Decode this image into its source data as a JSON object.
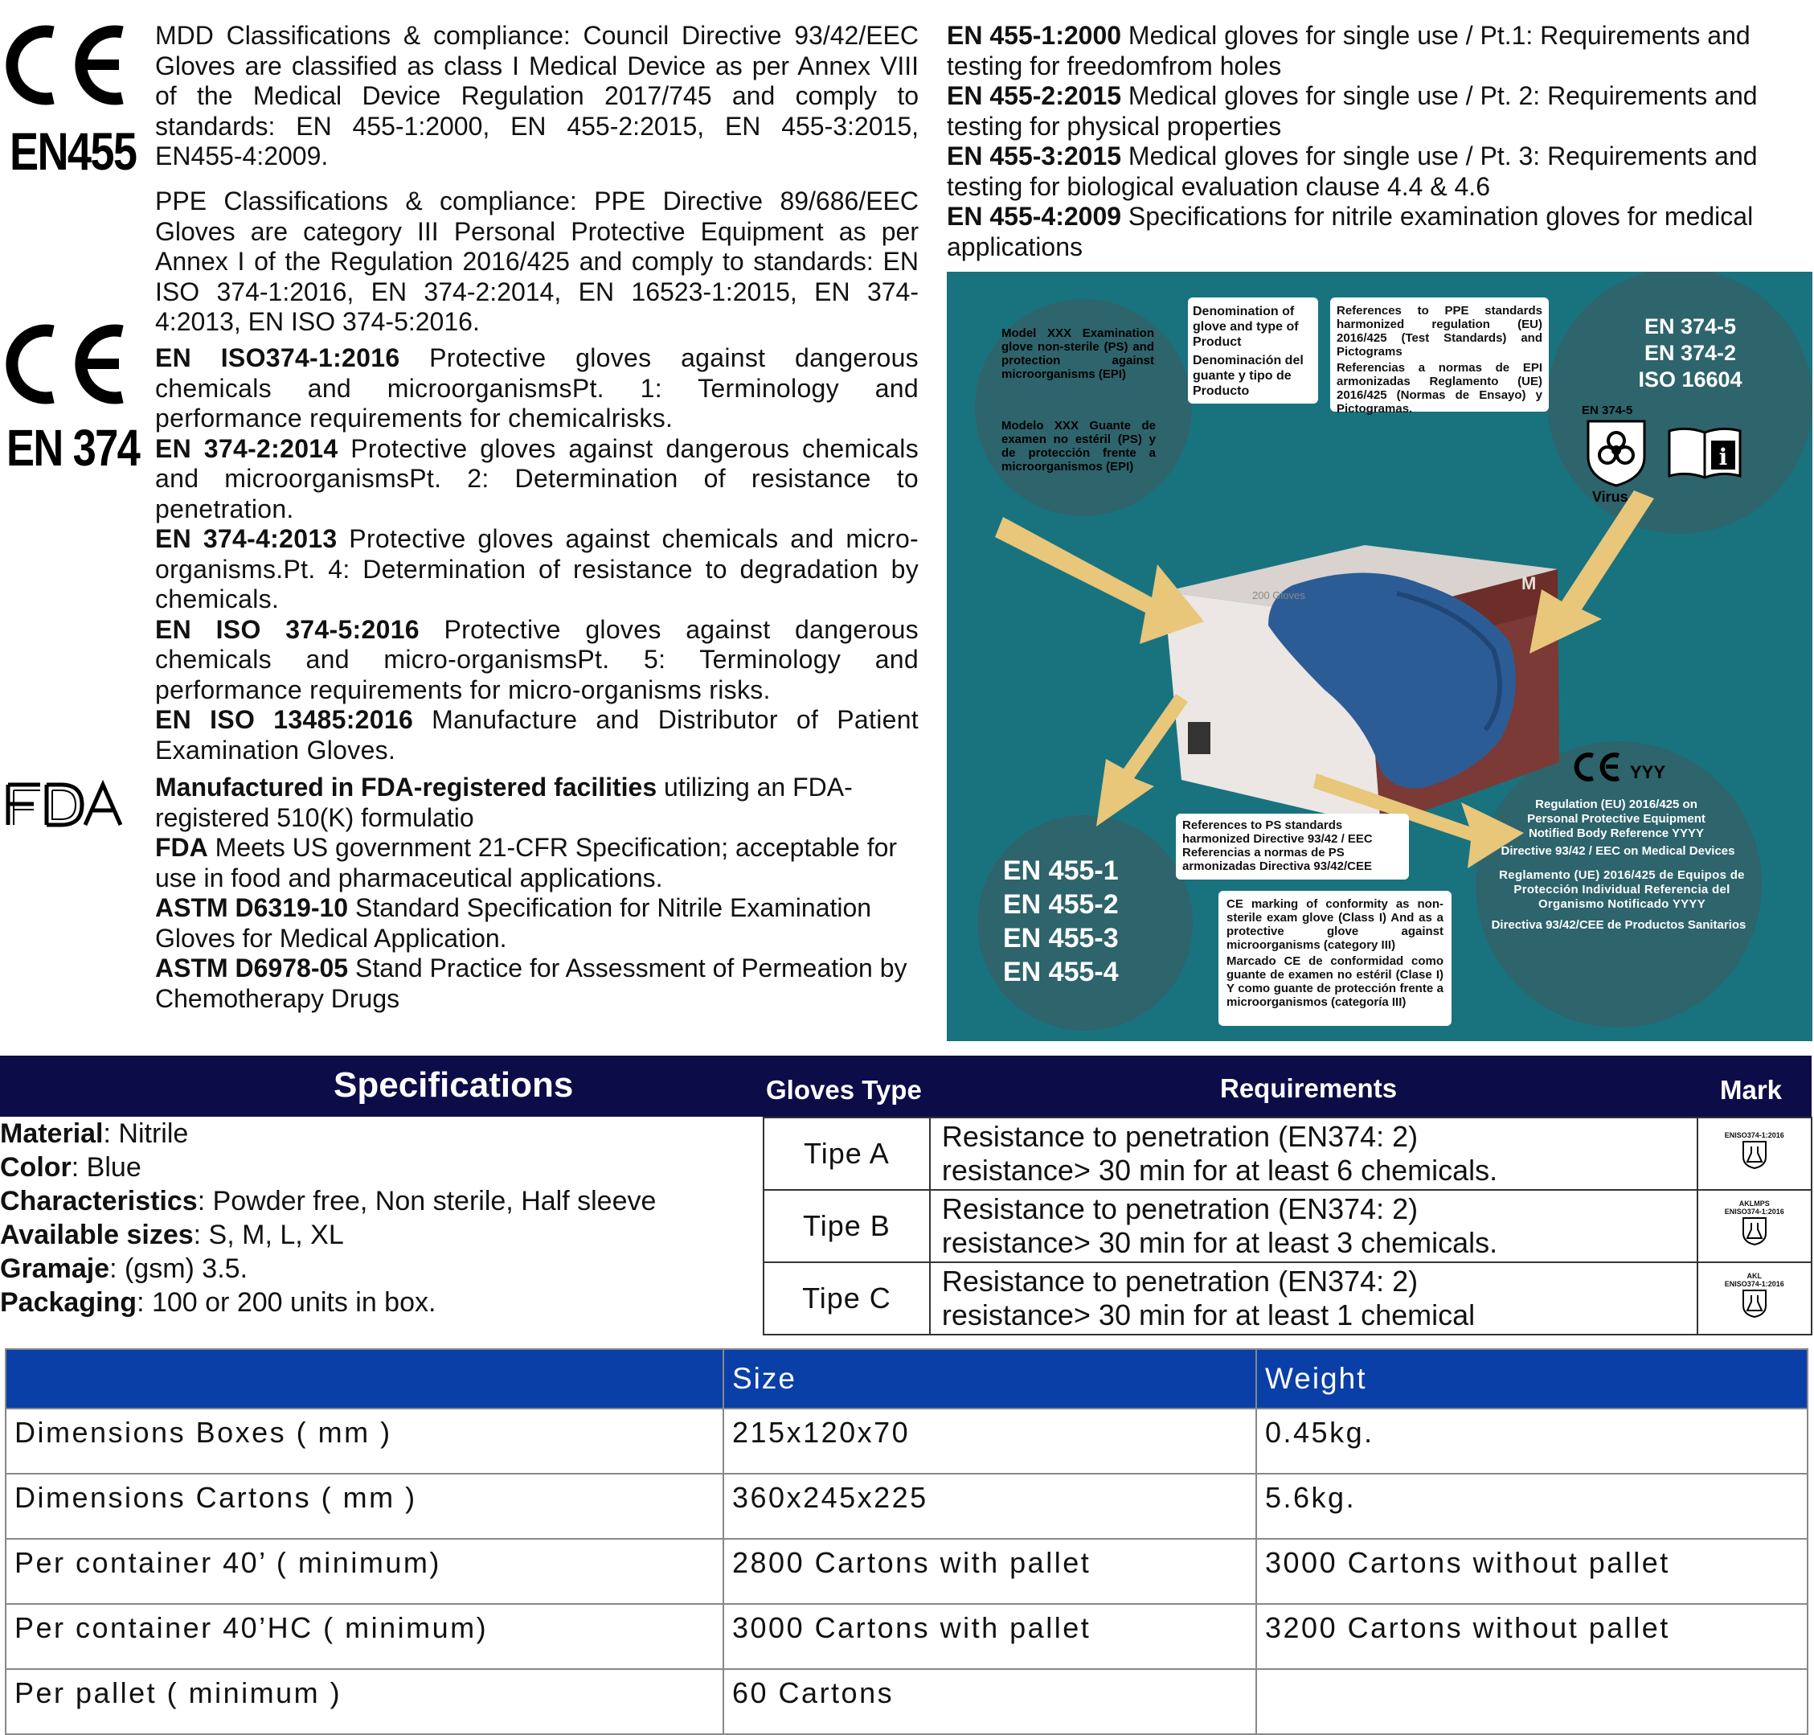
{
  "logos": {
    "ce_mdd_label": "EN455",
    "ce_ppe_label": "EN 374",
    "fda_label": "FDA"
  },
  "left_text": {
    "mdd": "MDD Classifications & compliance: Council Directive 93/42/EEC Gloves are classified as class I Medical Device as per Annex VIII of the Medical Device Regulation 2017/745 and comply to standards: EN 455-1:2000, EN 455-2:2015, EN 455-3:2015, EN455-4:2009.",
    "ppe": "PPE Classifications & compliance: PPE Directive 89/686/EEC Gloves are category III Personal Protective Equipment as per Annex I of the Regulation 2016/425 and comply to standards: EN ISO 374-1:2016, EN 374-2:2014, EN 16523-1:2015, EN 374-4:2013, EN ISO 374-5:2016.",
    "standards": [
      {
        "code": "EN ISO374-1:2016",
        "desc": " Protective gloves against dangerous chemicals and microorganismsPt. 1: Terminology and performance requirements for chemicalrisks."
      },
      {
        "code": "EN 374-2:2014",
        "desc": " Protective gloves against dangerous chemicals and microorganismsPt. 2: Determination of resistance to penetration."
      },
      {
        "code": "EN 374-4:2013",
        "desc": " Protective gloves against chemicals and micro-organisms.Pt. 4: Determination of resistance to degradation by chemicals."
      },
      {
        "code": "EN ISO 374-5:2016",
        "desc": " Protective gloves against dangerous chemicals and micro-organismsPt. 5: Terminology and performance requirements for micro-organisms risks."
      },
      {
        "code": "EN ISO 13485:2016",
        "desc": " Manufacture and Distributor of Patient Examination Gloves."
      }
    ],
    "fda": [
      {
        "code": "Manufactured in FDA-registered facilities",
        "desc": " utilizing an FDA-registered 510(K) formulatio"
      },
      {
        "code": "FDA",
        "desc": " Meets US government 21-CFR Specification; acceptable for use in food and pharmaceutical applications."
      },
      {
        "code": "ASTM D6319-10",
        "desc": " Standard Specification for Nitrile Examination Gloves for Medical Application."
      },
      {
        "code": "ASTM D6978-05",
        "desc": " Stand Practice for Assessment of Permeation by Chemotherapy Drugs"
      }
    ]
  },
  "right_text": [
    {
      "code": "EN 455-1:2000",
      "desc": " Medical gloves for single use / Pt.1:  Requirements  and testing for freedomfrom holes"
    },
    {
      "code": "EN 455-2:2015",
      "desc": " Medical gloves for single use / Pt. 2: Requirements and testing for physical properties"
    },
    {
      "code": "EN 455-3:2015",
      "desc": " Medical gloves for single use / Pt. 3: Requirements and testing for biological evaluation clause 4.4 & 4.6"
    },
    {
      "code": "EN 455-4:2009",
      "desc": " Specifications for nitrile examination gloves for medical applications"
    }
  ],
  "infographic": {
    "model_en": "Model XXX Examination glove non-sterile (PS) and protection against microorganisms (EPI)",
    "model_es": "Modelo XXX Guante de examen no estéril (PS) y de protección frente a microorganismos (EPI)",
    "denom_en": "Denomination of glove and type of Product",
    "denom_es": "Denominación del guante y tipo de Producto",
    "refs_ppe_en": "References to PPE standards harmonized regulation (EU) 2016/425 (Test Standards) and Pictograms",
    "refs_ppe_es": "Referencias a normas de EPI armonizadas Reglamento (UE) 2016/425 (Normas de Ensayo) y Pictogramas.",
    "ppe_std_1": "EN 374-5",
    "ppe_std_2": "EN 374-2",
    "ppe_std_3": "ISO 16604",
    "pict_label": "EN 374-5",
    "virus_label": "Virus",
    "en455": [
      "EN 455-1",
      "EN 455-2",
      "EN 455-3",
      "EN 455-4"
    ],
    "refs_ps_en": "References to PS standards harmonized Directive 93/42 / EEC",
    "refs_ps_es": "Referencias a normas de PS armonizadas Directiva 93/42/CEE",
    "ce_mark_en": "CE marking of conformity as non-sterile exam glove (Class I) And as a protective glove against microorganisms (category III)",
    "ce_mark_es": "Marcado CE de conformidad como guante de examen no estéril (Clase I) Y como guante de protección frente a microorganismos (categoría III)",
    "ce_yyy": "YYY",
    "reg_en": "Regulation (EU) 2016/425 on Personal Protective Equipment Notified Body Reference YYYY",
    "dir_en": "Directive 93/42 / EEC on Medical Devices",
    "reg_es": "Reglamento (UE) 2016/425 de Equipos de Protección Individual Referencia del Organismo Notificado YYYY",
    "dir_es": "Directiva 93/42/CEE de Productos Sanitarios",
    "box_size": "M",
    "box_label": "200 Gloves"
  },
  "specs": {
    "header": {
      "specifications": "Specifications",
      "gloves_type": "Gloves Type",
      "requirements": "Requirements",
      "mark": "Mark"
    },
    "items": [
      {
        "label": "Material",
        "value": ": Nitrile"
      },
      {
        "label": "Color",
        "value": ": Blue"
      },
      {
        "label": "Characteristics",
        "value": ": Powder free, Non sterile, Half sleeve"
      },
      {
        "label": "Available sizes",
        "value": ": S, M, L, XL"
      },
      {
        "label": "Gramaje",
        "value": ": (gsm) 3.5."
      },
      {
        "label": "Packaging",
        "value": ": 100 or 200 units in box."
      }
    ],
    "types": [
      {
        "type": "Tipe   A",
        "line1": "Resistance to penetration (EN374: 2)",
        "line2": "resistance> 30 min for at least 6 chemicals.",
        "mark_top": "",
        "mark_std": "ENISO374-1:2016"
      },
      {
        "type": "Tipe   B",
        "line1": "Resistance to penetration (EN374: 2)",
        "line2": "resistance> 30 min for at least 3 chemicals.",
        "mark_top": "AKLMPS",
        "mark_std": "ENISO374-1:2016"
      },
      {
        "type": "Tipe   C",
        "line1": "Resistance to penetration (EN374: 2)",
        "line2": "resistance> 30 min for at least 1 chemical",
        "mark_top": "AKL",
        "mark_std": "ENISO374-1:2016"
      }
    ]
  },
  "dims": {
    "headers": [
      "",
      "Size",
      "Weight"
    ],
    "rows": [
      [
        "Dimensions Boxes ( mm )",
        "215x120x70",
        "0.45kg."
      ],
      [
        "Dimensions Cartons ( mm )",
        "360x245x225",
        "5.6kg."
      ],
      [
        "Per container 40’ ( minimum)",
        "2800 Cartons with pallet",
        "3000 Cartons without pallet"
      ],
      [
        "Per container 40’HC ( minimum)",
        "3000 Cartons with pallet",
        "3200 Cartons without pallet"
      ],
      [
        "Per pallet ( minimum )",
        "60 Cartons",
        ""
      ]
    ]
  },
  "colors": {
    "teal_bg": "#18737f",
    "circle": "#31636a",
    "arrow": "#e8c67a",
    "header_navy": "#0c0c48",
    "header_blue": "#0b3fa8"
  }
}
